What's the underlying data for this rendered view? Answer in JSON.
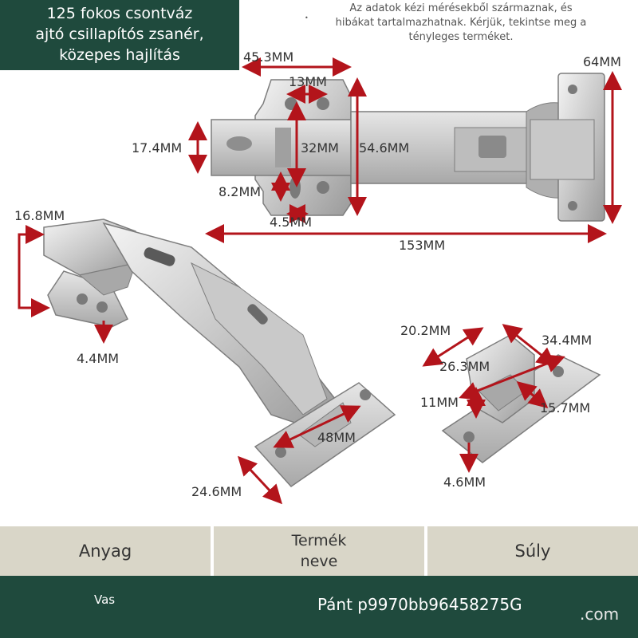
{
  "title": {
    "lines": [
      "125 fokos csontváz",
      "ajtó csillapítós zsanér,",
      "közepes hajlítás"
    ]
  },
  "disclaimer": {
    "lines": [
      "Az adatok kézi mérésekből származnak, és",
      "hibákat tartalmazhatnak. Kérjük, tekintse meg a",
      "tényleges terméket."
    ]
  },
  "dimensions": {
    "d45_3": "45.3MM",
    "d13": "13MM",
    "d64": "64MM",
    "d17_4": "17.4MM",
    "d32": "32MM",
    "d54_6": "54.6MM",
    "d8_2": "8.2MM",
    "d4_5": "4.5MM",
    "d153": "153MM",
    "d16_8": "16.8MM",
    "d4_4": "4.4MM",
    "d48": "48MM",
    "d24_6": "24.6MM",
    "d20_2": "20.2MM",
    "d34_4": "34.4MM",
    "d26_3": "26.3MM",
    "d11": "11MM",
    "d15_7": "15.7MM",
    "d4_6": "4.6MM"
  },
  "table": {
    "headers": [
      "Anyag",
      "Termék\nneve",
      "Súly"
    ],
    "material": "Vas",
    "product_name": "Pánt p9970bb96458275G",
    "com": ".com"
  },
  "colors": {
    "green": "#1f4a3d",
    "beige": "#d9d6c8",
    "arrow": "#b3141b"
  }
}
